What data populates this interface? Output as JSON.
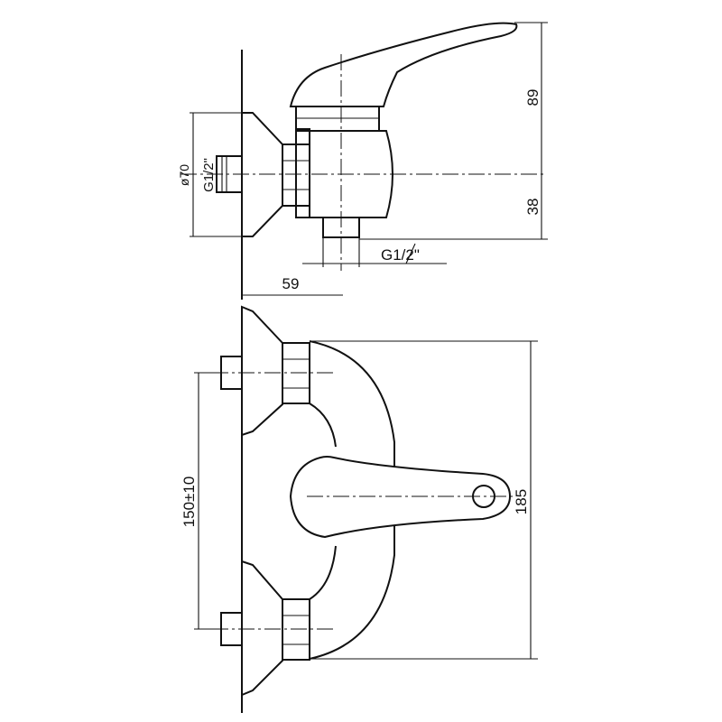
{
  "drawing": {
    "side_view": {
      "height_above_axis": "89",
      "height_below_axis": "38",
      "flange_diameter": "ø70",
      "inlet_thread": "G1/2\"",
      "outlet_thread": "G1/2\"",
      "projection": "59"
    },
    "front_view": {
      "inlet_spacing": "150±10",
      "overall_height": "185"
    }
  }
}
